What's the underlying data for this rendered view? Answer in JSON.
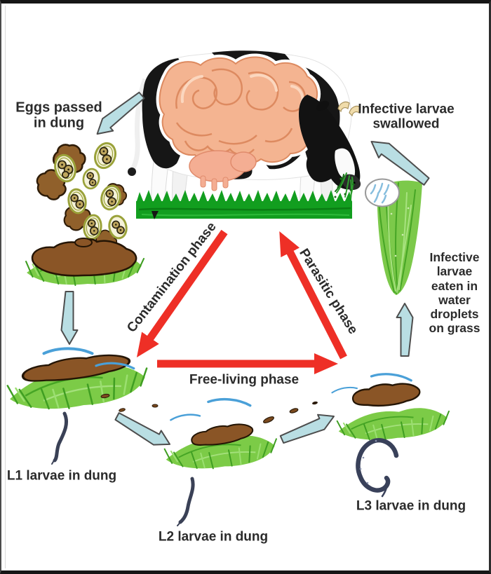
{
  "labels": {
    "eggs_passed": "Eggs passed in dung",
    "infective_swallowed": "Infective larvae swallowed",
    "infective_eaten": "Infective larvae eaten in water droplets on grass",
    "l1_larvae": "L1 larvae in dung",
    "l2_larvae": "L2 larvae in dung",
    "l3_larvae": "L3 larvae in dung"
  },
  "phases": {
    "contamination": "Contamination phase",
    "parasitic": "Parasitic phase",
    "free_living": "Free-living phase"
  },
  "colors": {
    "phase_arrow_red": "#ee2f26",
    "step_arrow_fill": "#b9dee3",
    "step_arrow_outline": "#4d4d4d",
    "grass_green": "#7ccb47",
    "cow_grass_green": "#129e1f",
    "dung_brown": "#8a5526",
    "water_streak_blue": "#4aa0d8",
    "egg_ring_olive": "#9aa23a",
    "intestine_peach": "#f4b491",
    "larva_navy": "#3a4156",
    "text": "#2b2b2b",
    "frame": "#161616",
    "background": "#ffffff"
  }
}
